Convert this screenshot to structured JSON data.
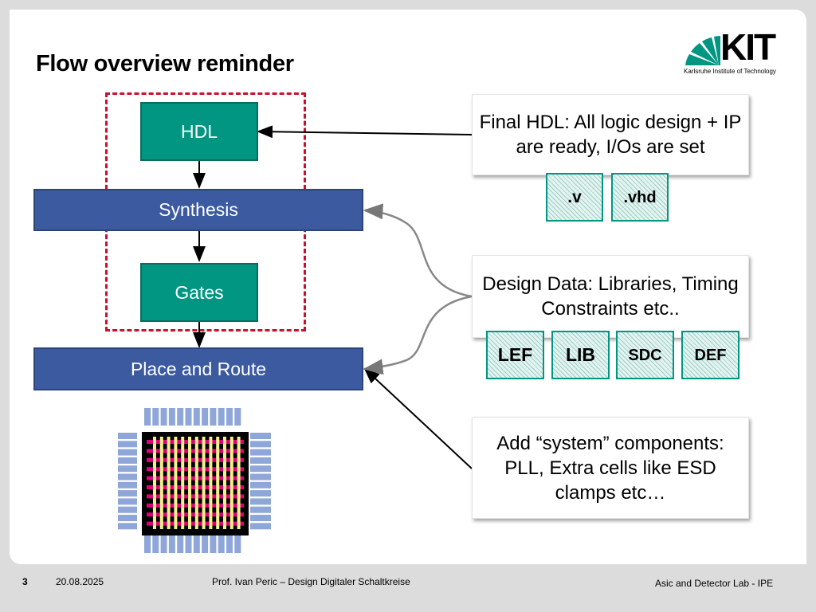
{
  "slide": {
    "title": "Flow overview reminder",
    "logo_text": "KIT",
    "logo_subtitle": "Karlsruhe Institute of Technology"
  },
  "flow": {
    "hdl": "HDL",
    "synthesis": "Synthesis",
    "gates": "Gates",
    "place_route": "Place and Route"
  },
  "notes": {
    "final_hdl": "Final HDL: All logic design + IP are ready, I/Os are set",
    "design_data": "Design Data: Libraries, Timing Constraints etc..",
    "system": "Add “system” components: PLL, Extra cells like ESD clamps etc…"
  },
  "hdl_files": [
    ".v",
    ".vhd"
  ],
  "design_files": [
    "LEF",
    "LIB",
    "SDC",
    "DEF"
  ],
  "footer": {
    "page": "3",
    "date": "20.08.2025",
    "author": "Prof. Ivan Peric – Design Digitaler Schaltkreise",
    "lab": "Asic and Detector Lab - IPE"
  },
  "colors": {
    "kit_green": "#009682",
    "flow_blue": "#3c5aa0",
    "dashed_red": "#c8102e",
    "chip_pin_blue": "#8fa6d8",
    "chip_magenta": "#e2007a",
    "chip_yellow": "#f5f08c"
  }
}
